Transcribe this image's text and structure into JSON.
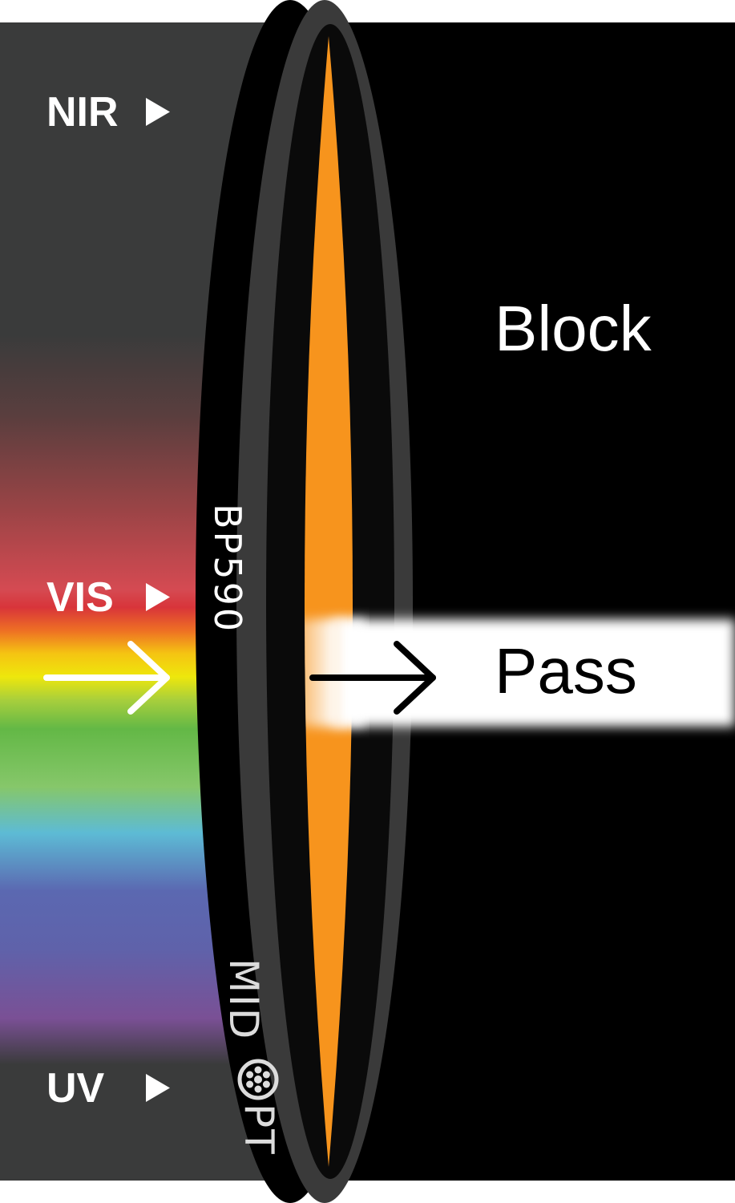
{
  "spectrum_labels": {
    "nir": "NIR",
    "vis": "VIS",
    "uv": "UV"
  },
  "regions": {
    "block": "Block",
    "pass": "Pass"
  },
  "filter": {
    "code": "BP590",
    "brand_left": "MID",
    "brand_right": "PT"
  },
  "colors": {
    "background_left": "#3a3b3b",
    "background_right": "#000000",
    "filter_rim": "#3a3a3a",
    "filter_glass": "#f7941d",
    "pass_band": "#ffffff"
  },
  "icons": {
    "spectrum_markers": "triangle-right-icon",
    "incoming_light": "arrow-right-icon",
    "passed_light": "arrow-right-icon",
    "brand_logo": "lens-o-icon"
  }
}
